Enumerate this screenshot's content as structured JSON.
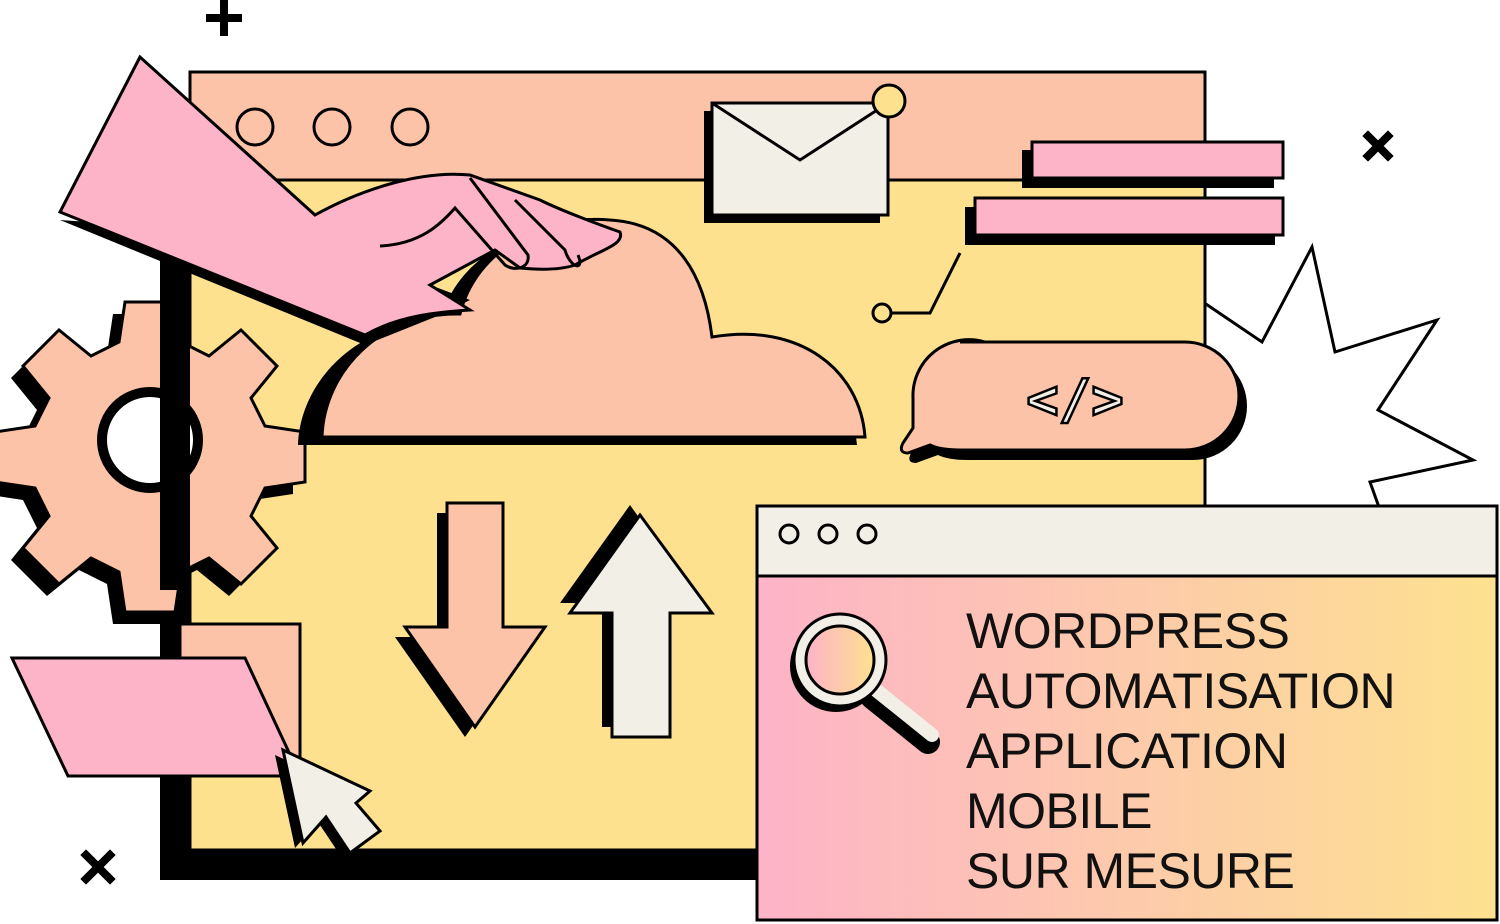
{
  "services": {
    "items": [
      "WORDPRESS",
      "AUTOMATISATION",
      "APPLICATION",
      "MOBILE",
      "SUR MESURE"
    ]
  },
  "code_bubble": {
    "label": "</>"
  },
  "icons": [
    "gear-icon",
    "envelope-icon",
    "cloud-icon",
    "download-arrow-icon",
    "upload-arrow-icon",
    "folder-icon",
    "cursor-icon",
    "magnifier-icon",
    "code-icon",
    "hand-icon",
    "starburst-icon",
    "sparkle-icon"
  ],
  "colors": {
    "peach": "#fdc3a8",
    "yellow": "#fde18f",
    "pink": "#fdb3c8",
    "cream": "#f2efe7",
    "ink": "#000000"
  }
}
